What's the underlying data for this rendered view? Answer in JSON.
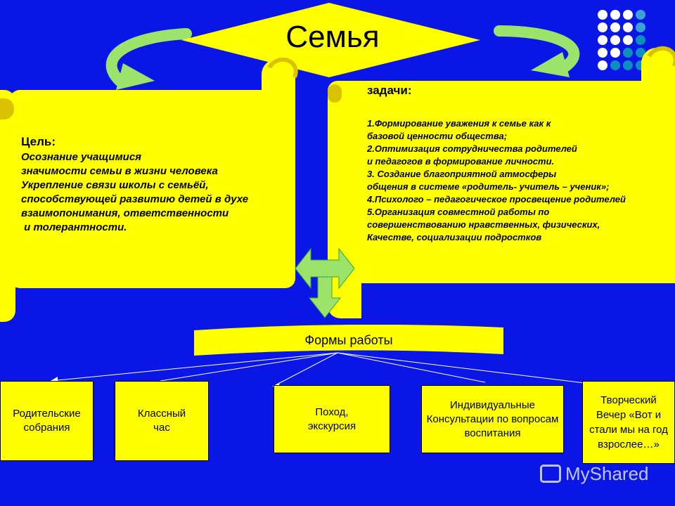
{
  "title": "Семья",
  "goal": {
    "heading": "Цель:",
    "lines": [
      "Осознание учащимися",
      "значимости семьи в жизни человека",
      "Укрепление связи школы с семьёй,",
      "способствующей развитию детей в духе",
      "взаимопонимания, ответственности",
      " и толерантности."
    ]
  },
  "tasks": {
    "heading": "задачи:",
    "lines": [
      "1.Формирование уважения к семье как к",
      "базовой ценности общества;",
      "2.Оптимизация сотрудничества родителей",
      "и педагогов в формирование личности.",
      "3. Создание благоприятной атмосферы",
      "общения в системе «родитель- учитель – ученик»;",
      "4.Психолого – педагогическое просвещение родителей",
      "5.Организация совместной работы по",
      "совершенствованию нравственных, физических,",
      "Качестве, социализации подростков"
    ]
  },
  "forms": {
    "title": "Формы работы",
    "items": [
      "Родительские собрания",
      "Классный час",
      "Поход, экскурсия",
      "Индивидуальные Консультации по вопросам воспитания",
      "Творческий Вечер «Вот и стали мы на год взрослее…»"
    ]
  },
  "watermark": "MyShared",
  "colors": {
    "background": "#0a16e6",
    "yellow": "#ffff00",
    "arrow_green": "#7ed957"
  }
}
